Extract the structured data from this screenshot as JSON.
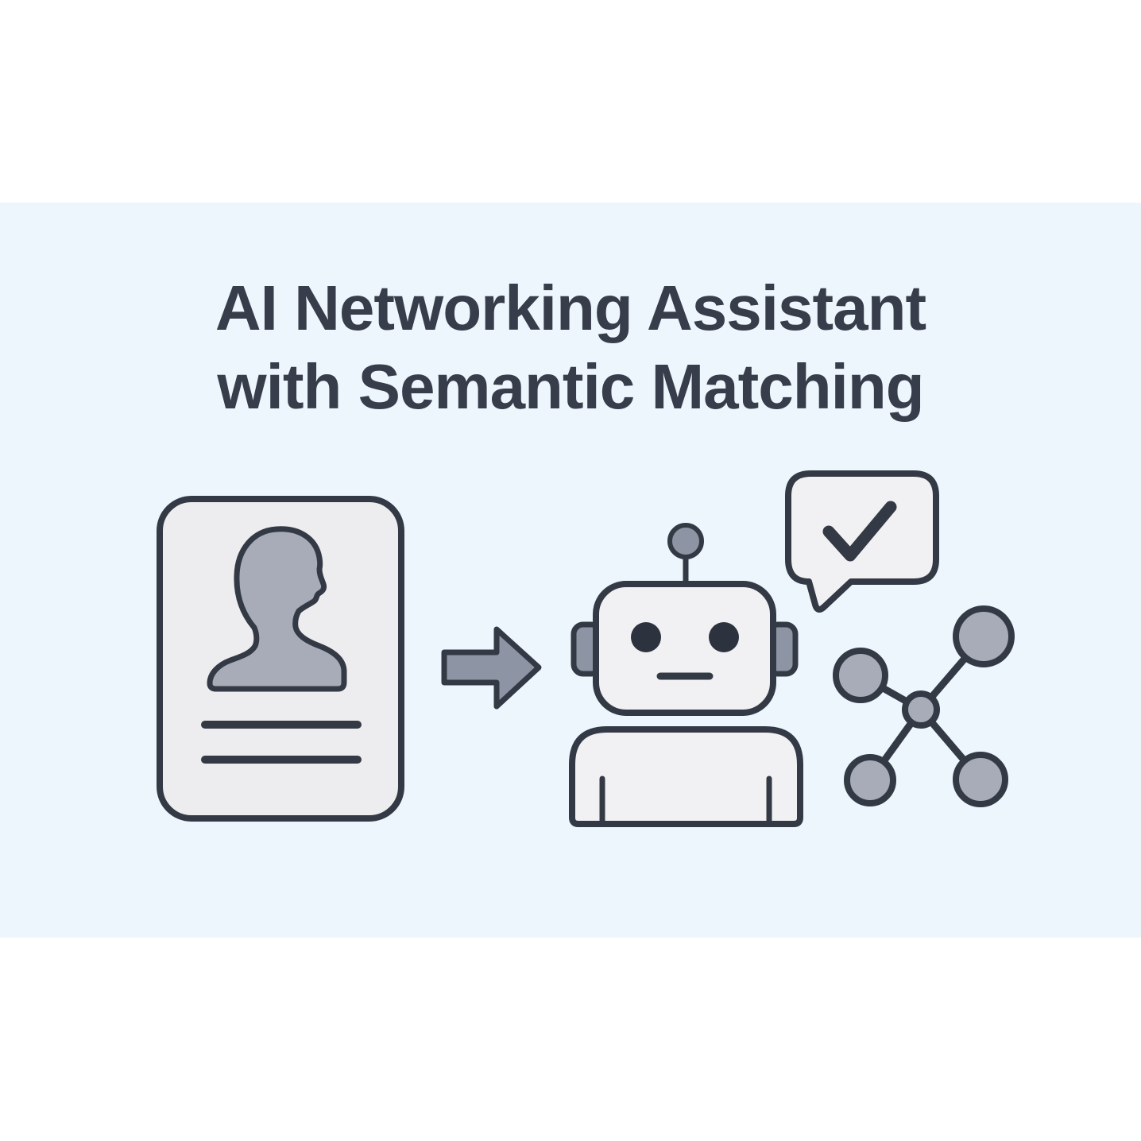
{
  "title": {
    "line1": "AI Networking Assistant",
    "line2": "with Semantic Matching"
  },
  "illustration": {
    "profile_card": {
      "name": "profile-card",
      "icon": "person-silhouette-icon",
      "text_line_count": 2
    },
    "arrow": {
      "name": "right-arrow-icon",
      "direction": "right"
    },
    "robot": {
      "name": "robot-icon",
      "parts": [
        "antenna",
        "head",
        "ears",
        "eyes",
        "mouth",
        "torso"
      ]
    },
    "speech_bubble": {
      "name": "speech-bubble-icon",
      "contains": "checkmark-icon"
    },
    "network_graph": {
      "name": "network-graph-icon",
      "node_count": 5,
      "edge_count": 4
    }
  },
  "colors": {
    "background": "#ffffff",
    "canvas": "#edf6fc",
    "ink": "#343a45",
    "title_ink": "#373d4a",
    "gray": "#a7acb8",
    "slate": "#8d95a4",
    "panel": "#ededef",
    "panel_light": "#f1f1f3",
    "eye": "#2d333e"
  }
}
